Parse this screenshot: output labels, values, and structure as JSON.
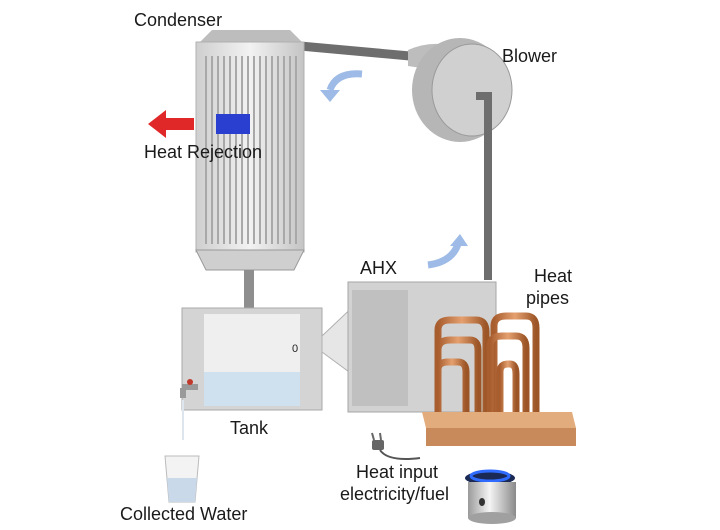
{
  "diagram": {
    "labels": {
      "condenser": "Condenser",
      "blower": "Blower",
      "heat_rejection": "Heat Rejection",
      "ahx": "AHX",
      "heat_pipes_line1": "Heat",
      "heat_pipes_line2": "pipes",
      "tank": "Tank",
      "tank_marker": "0",
      "collected_water": "Collected Water",
      "heat_input_line1": "Heat input",
      "heat_input_line2": "electricity/fuel"
    },
    "colors": {
      "metal": "#d9d9d9",
      "pipe": "#6e6e6e",
      "copper": "#c47a45",
      "base": "#d49a6a",
      "airflow_arrow": "#9dbbe6",
      "heat_arrow_hot": "#e02828",
      "heat_arrow_cold": "#2a3fd0",
      "water": "#cfe0ee",
      "flame": "#2f6bff"
    }
  }
}
